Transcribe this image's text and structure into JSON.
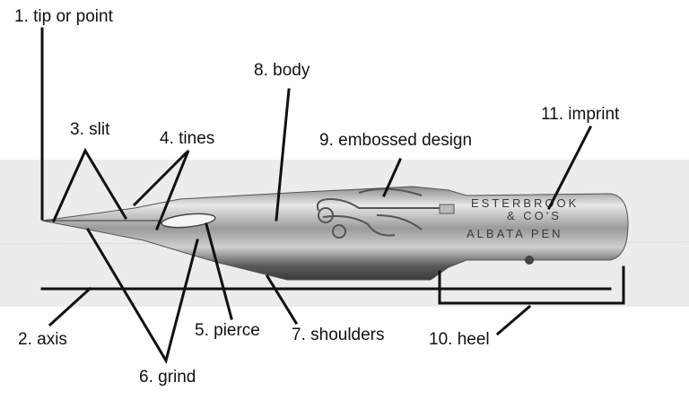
{
  "labels": {
    "tip": "1. tip or point",
    "axis": "2. axis",
    "slit": "3. slit",
    "tines": "4. tines",
    "pierce": "5. pierce",
    "grind": "6. grind",
    "shoulders": "7. shoulders",
    "body": "8. body",
    "embossed": "9. embossed design",
    "heel": "10. heel",
    "imprint": "11. imprint"
  },
  "nib_imprint": {
    "line1": "ESTERBROOK",
    "line2": "& CO'S",
    "line3": "ALBATA PEN"
  }
}
